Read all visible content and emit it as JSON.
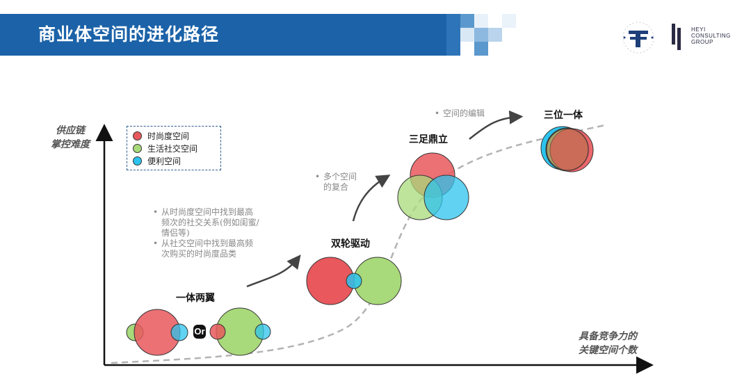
{
  "header": {
    "title": "商业体空间的进化路径"
  },
  "logo": {
    "name": "HEYI CONSULTING GROUP",
    "line1": "HEYI",
    "line2": "CONSULTING",
    "line3": "GROUP"
  },
  "axes": {
    "y_label_line1": "供应链",
    "y_label_line2": "掌控难度",
    "x_label_line1": "具备竞争力的",
    "x_label_line2": "关键空间个数"
  },
  "legend": {
    "items": [
      {
        "label": "时尚度空间",
        "color": "#e8585d"
      },
      {
        "label": "生活社交空间",
        "color": "#a8d97a"
      },
      {
        "label": "便利空间",
        "color": "#2cc3ee"
      }
    ]
  },
  "stages": {
    "stage1": "一体两翼",
    "stage2": "双轮驱动",
    "stage3": "三足鼎立",
    "stage4": "三位一体",
    "or_text": "Or"
  },
  "notes": {
    "n1_bullet": "•",
    "n1_line1": "从时尚度空间中找到最高",
    "n1_line2": "频次的社交关系(例如闺蜜/",
    "n1_line3": "情侣等)",
    "n2_bullet": "•",
    "n2_line1": "从社交空间中找到最高频",
    "n2_line2": "次购买的时尚度品类",
    "n3_bullet": "•",
    "n3_line1": "多个空间",
    "n3_line2": "的复合",
    "n4_bullet": "•",
    "n4_line1": "空间的编辑"
  },
  "colors": {
    "brand_blue": "#1b62a8",
    "fashion": "#e8585d",
    "social": "#a8d97a",
    "convenience": "#2cc3ee"
  }
}
